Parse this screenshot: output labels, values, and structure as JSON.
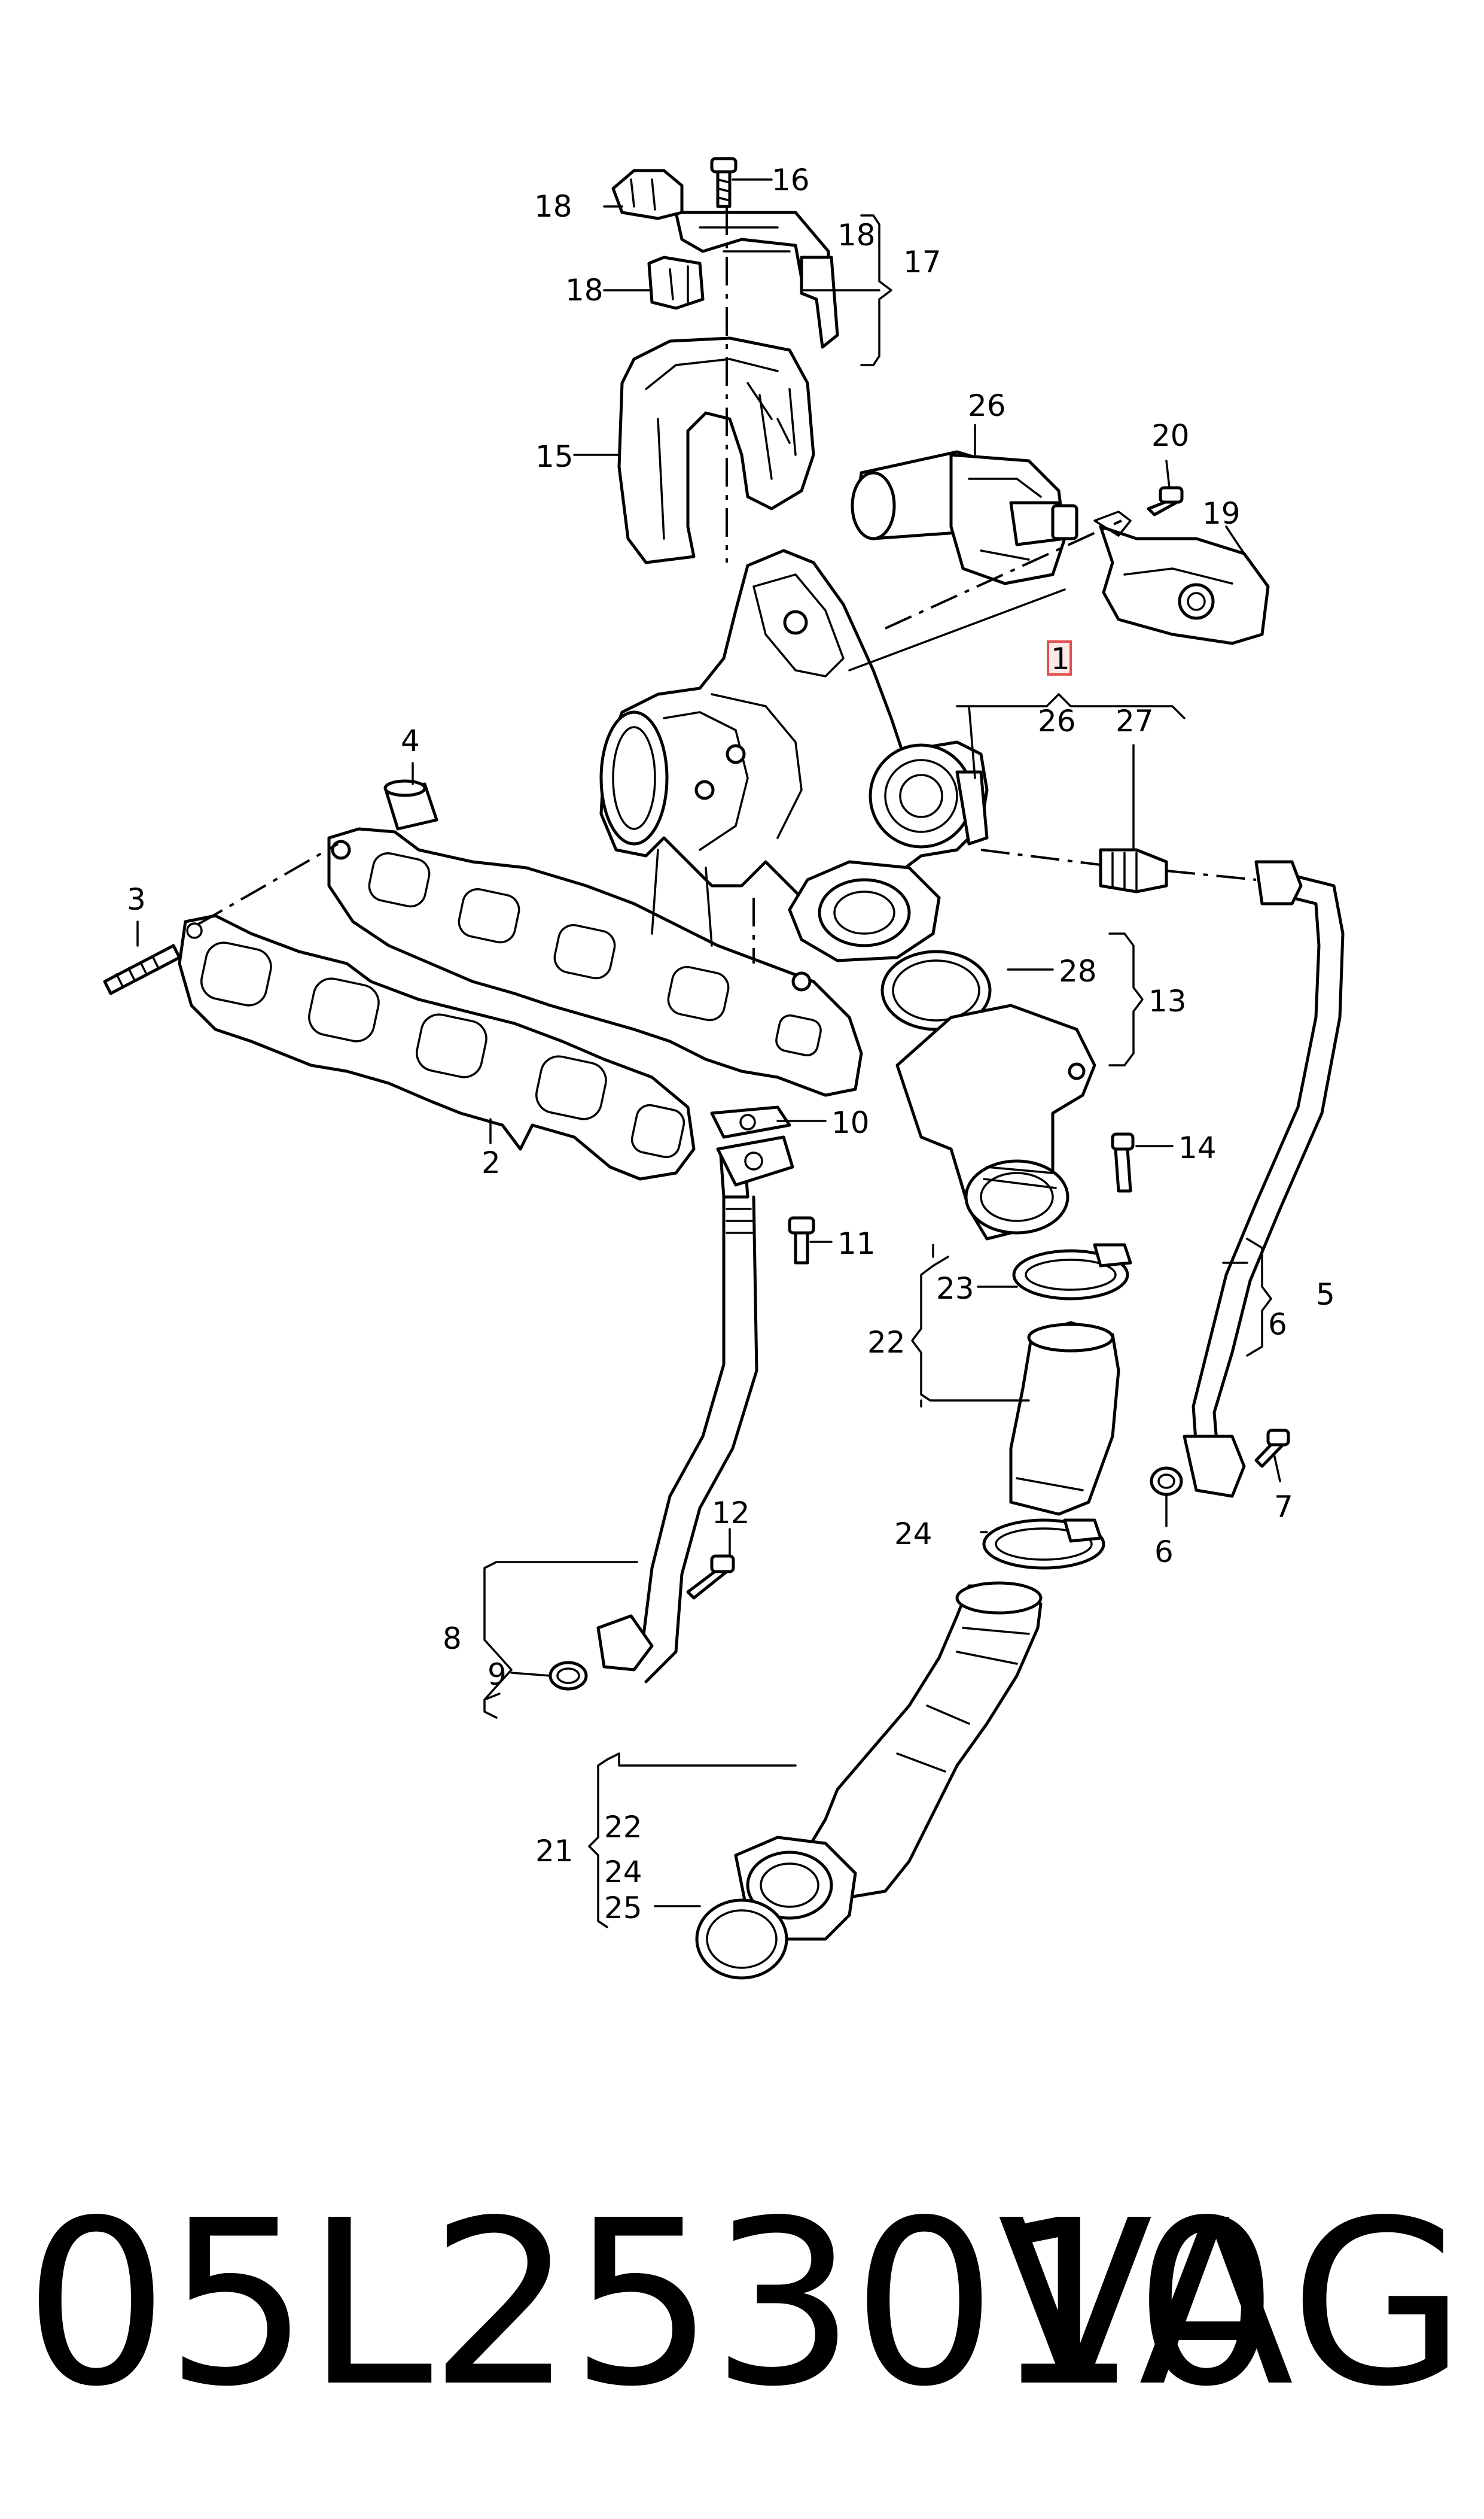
{
  "callouts": {
    "c1": "1",
    "c2": "2",
    "c3": "3",
    "c4": "4",
    "c5": "5",
    "c6a": "6",
    "c6b": "6",
    "c7": "7",
    "c8": "8",
    "c9": "9",
    "c10": "10",
    "c11": "11",
    "c12": "12",
    "c13": "13",
    "c14": "14",
    "c15": "15",
    "c16": "16",
    "c17": "17",
    "c18a": "18",
    "c18b": "18",
    "c18c": "18",
    "c19": "19",
    "c20": "20",
    "c21": "21",
    "c22a": "22",
    "c22b": "22",
    "c23": "23",
    "c24a": "24",
    "c24b": "24",
    "c25": "25",
    "c26a": "26",
    "c26b": "26",
    "c27": "27",
    "c28": "28"
  },
  "highlight_color": "#e05050",
  "footer": {
    "part_number": "05L253010",
    "brand": "VAG"
  }
}
